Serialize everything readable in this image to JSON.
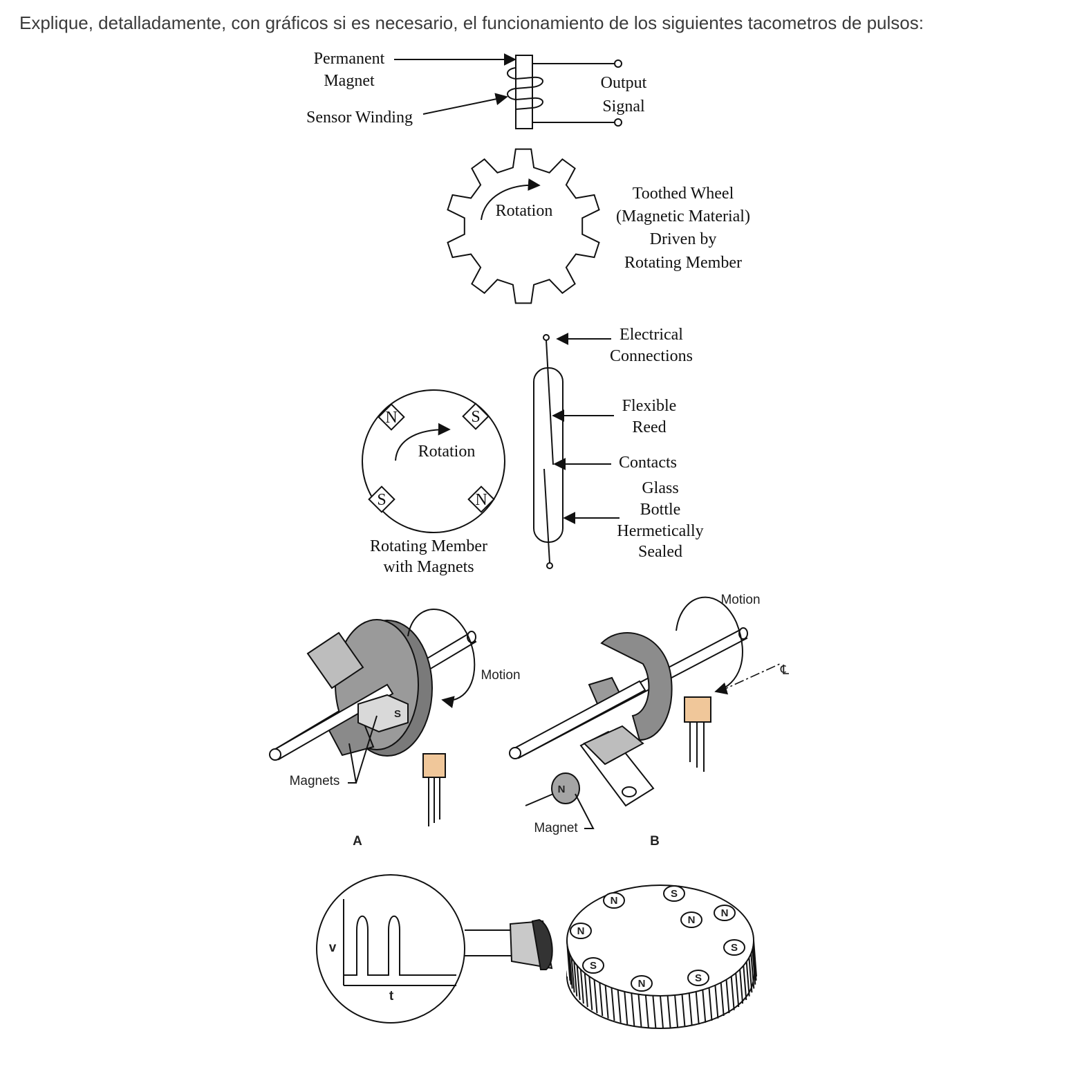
{
  "question": "Explique, detalladamente, con gráficos si es necesario, el funcionamiento de los siguientes tacometros de pulsos:",
  "fig1": {
    "permanent_magnet": [
      "Permanent",
      "Magnet"
    ],
    "sensor_winding": "Sensor Winding",
    "output_signal": [
      "Output",
      "Signal"
    ],
    "rotation": "Rotation",
    "toothed_wheel": [
      "Toothed Wheel",
      "(Magnetic Material)",
      "Driven by",
      "Rotating Member"
    ]
  },
  "fig2": {
    "electrical_connections": [
      "Electrical",
      "Connections"
    ],
    "flexible_reed": [
      "Flexible",
      "Reed"
    ],
    "contacts": "Contacts",
    "glass_bottle": [
      "Glass",
      "Bottle",
      "Hermetically",
      "Sealed"
    ],
    "rotation": "Rotation",
    "rotating_member": [
      "Rotating Member",
      "with  Magnets"
    ],
    "poles": [
      "N",
      "S",
      "S",
      "N"
    ]
  },
  "fig3": {
    "motion_a": "Motion",
    "motion_b": "Motion",
    "magnets": "Magnets",
    "magnet": "Magnet",
    "label_a": "A",
    "label_b": "B",
    "s_label": "S",
    "n_label": "N",
    "centerline": "℄"
  },
  "fig4": {
    "v": "v",
    "t": "t",
    "poles": [
      "N",
      "S",
      "N",
      "S",
      "S",
      "N",
      "S",
      "N",
      "N"
    ]
  }
}
